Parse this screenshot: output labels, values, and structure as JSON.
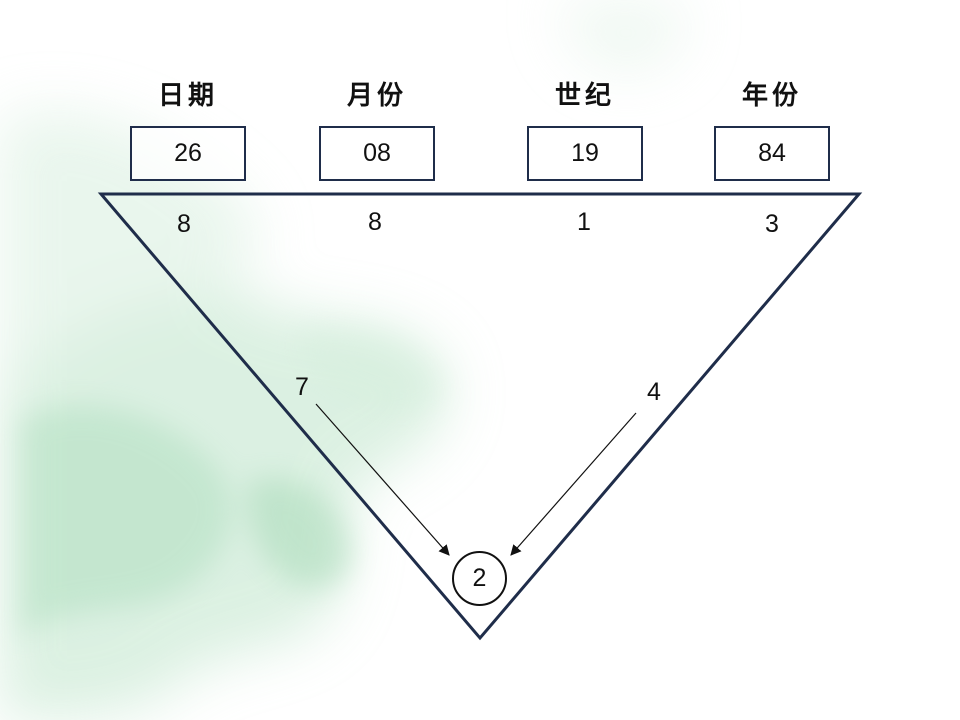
{
  "colors": {
    "line": "#1f2d4a",
    "text": "#111111",
    "wash": "#9fd6b0"
  },
  "columns": [
    {
      "label": "日期",
      "value": "26",
      "digit": "8"
    },
    {
      "label": "月份",
      "value": "08",
      "digit": "8"
    },
    {
      "label": "世纪",
      "value": "19",
      "digit": "1"
    },
    {
      "label": "年份",
      "value": "84",
      "digit": "3"
    }
  ],
  "pair_sums": {
    "left": "7",
    "right": "4"
  },
  "result": "2"
}
